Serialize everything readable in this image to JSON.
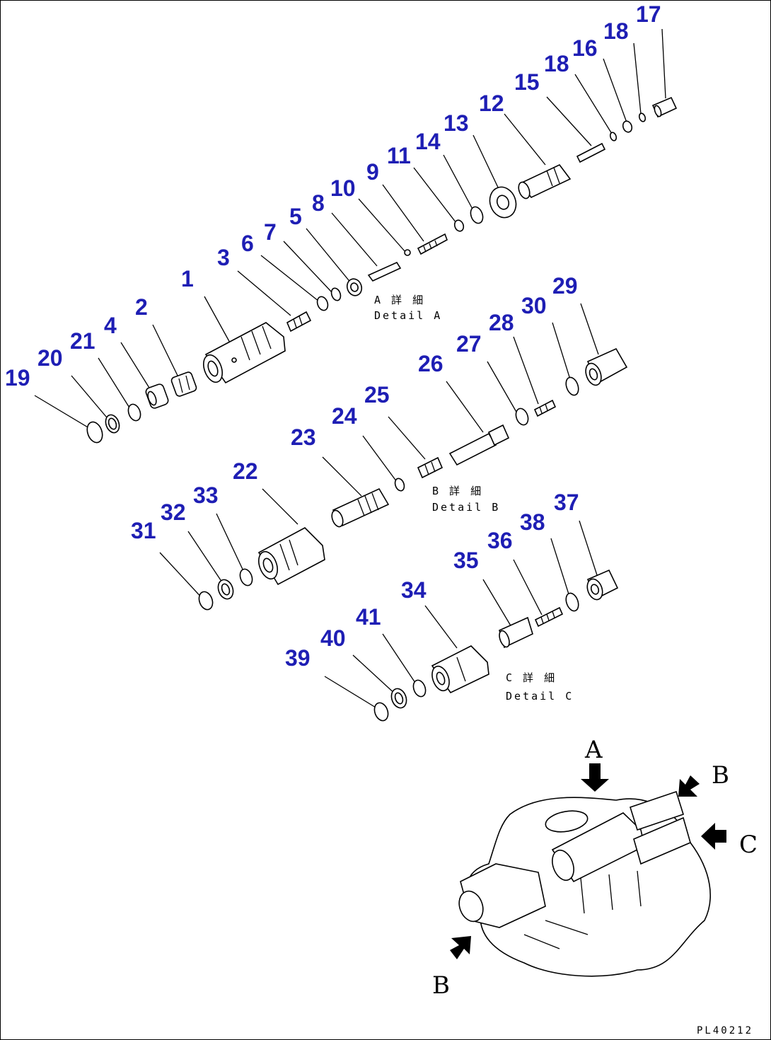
{
  "diagram": {
    "part_numbers": [
      "1",
      "2",
      "3",
      "4",
      "5",
      "6",
      "7",
      "8",
      "9",
      "10",
      "11",
      "12",
      "13",
      "14",
      "15",
      "16",
      "17",
      "18",
      "18",
      "19",
      "20",
      "21",
      "22",
      "23",
      "24",
      "25",
      "26",
      "27",
      "28",
      "29",
      "30",
      "31",
      "32",
      "33",
      "34",
      "35",
      "36",
      "37",
      "38",
      "39",
      "40",
      "41"
    ],
    "details": {
      "a": {
        "kanji": "A 詳 細",
        "english": "Detail A"
      },
      "b": {
        "kanji": "B 詳 細",
        "english": "Detail B"
      },
      "c": {
        "kanji": "C 詳 細",
        "english": "Detail C"
      }
    },
    "views": {
      "a": "A",
      "b_top": "B",
      "c": "C",
      "b_bottom": "B"
    },
    "drawing_code": "PL40212"
  },
  "colors": {
    "part_numbers": "#1e1eb4",
    "lines": "#000000",
    "background": "#ffffff"
  }
}
